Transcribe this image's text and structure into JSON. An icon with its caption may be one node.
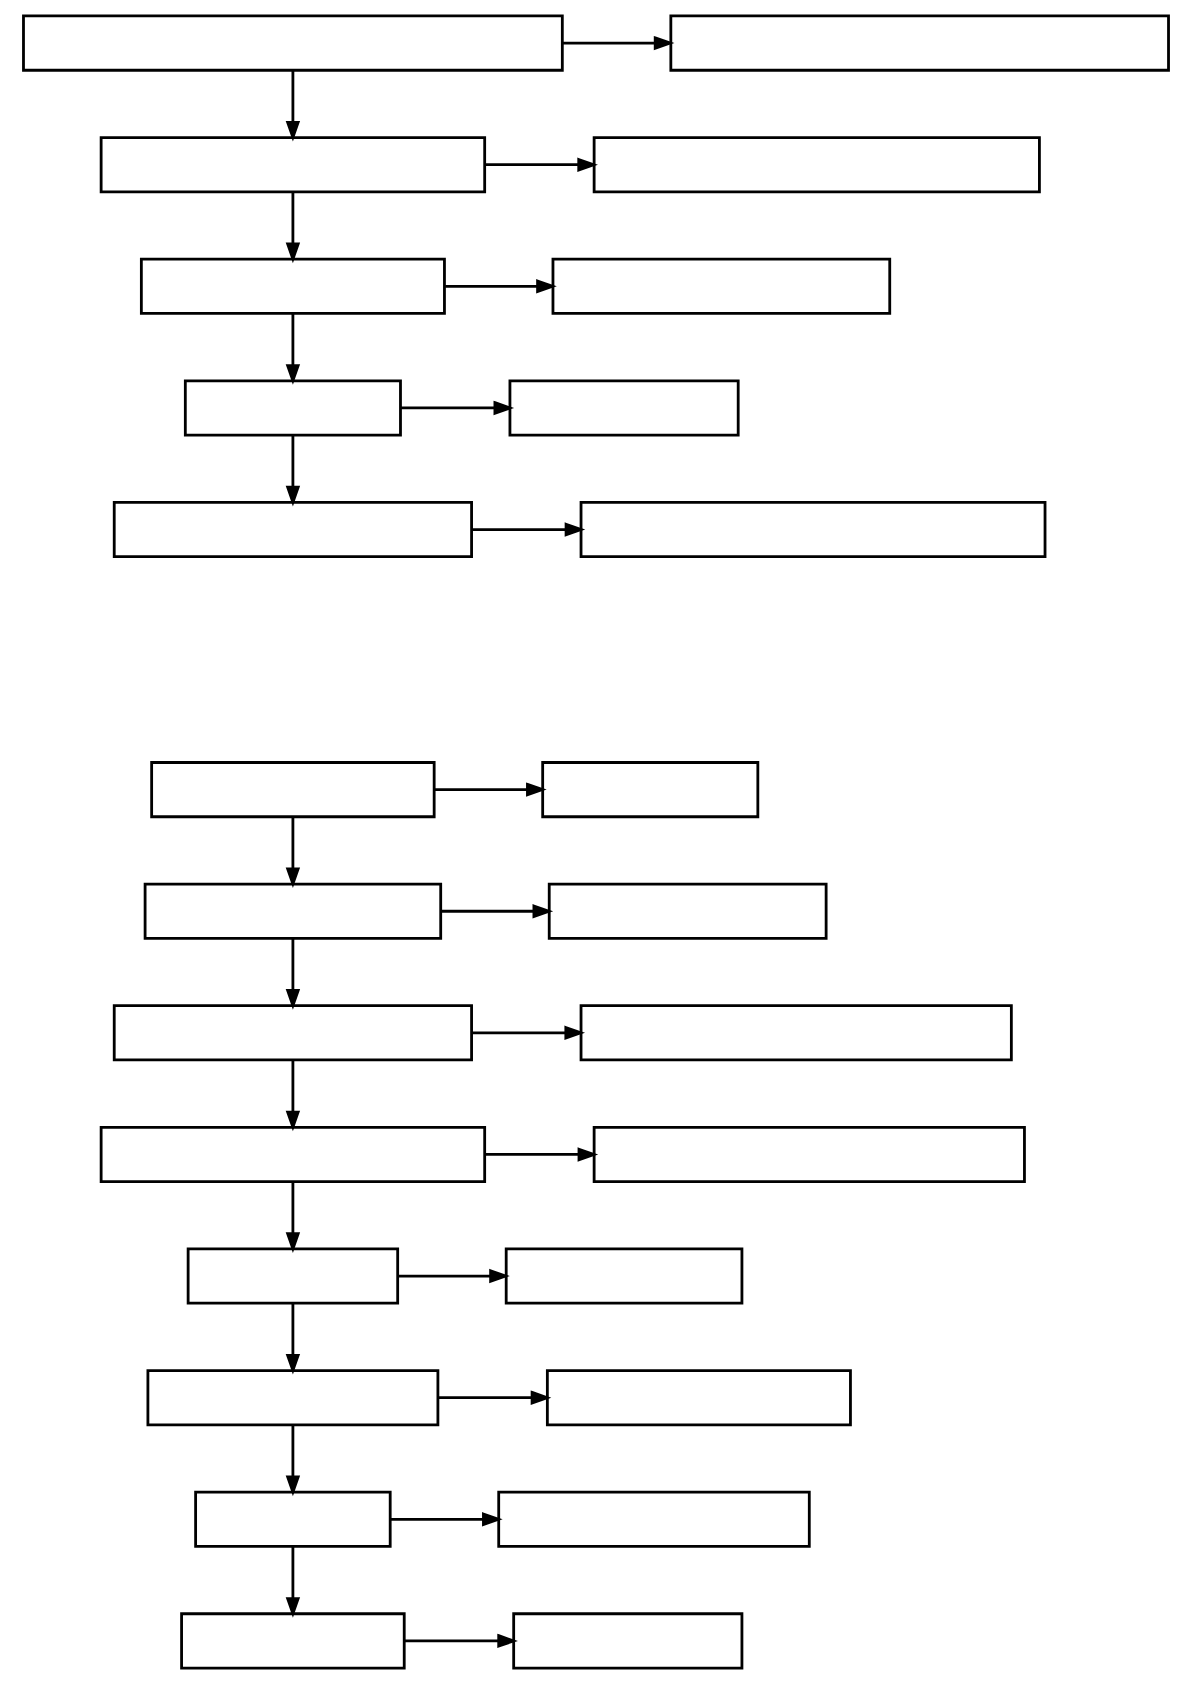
{
  "diagram": {
    "nodes": [
      {
        "text": [],
        "shape": "box"
      },
      {
        "text": [],
        "shape": "box"
      },
      {
        "text": [],
        "shape": "box"
      },
      {
        "text": [],
        "shape": "box"
      },
      {
        "text": [],
        "shape": "box"
      },
      {
        "text": [],
        "shape": "box"
      },
      {
        "text": [],
        "shape": "box"
      },
      {
        "text": [],
        "shape": "box"
      },
      {
        "text": [],
        "shape": "box"
      },
      {
        "text": [],
        "shape": "box"
      },
      {
        "text": [],
        "shape": "box"
      },
      {
        "text": [],
        "shape": "box"
      },
      {
        "text": [],
        "shape": "box"
      },
      {
        "text": [],
        "shape": "box"
      },
      {
        "text": [],
        "shape": "box"
      },
      {
        "text": [],
        "shape": "box"
      },
      {
        "text": [],
        "shape": "box"
      },
      {
        "text": [],
        "shape": "box"
      },
      {
        "text": [],
        "shape": "box"
      },
      {
        "text": [],
        "shape": "box"
      },
      {
        "text": [],
        "shape": "box"
      },
      {
        "text": [],
        "shape": "box"
      },
      {
        "text": [],
        "shape": "box"
      },
      {
        "text": [],
        "shape": "box"
      },
      {
        "text": [],
        "shape": "box"
      },
      {
        "text": [],
        "shape": "box"
      }
    ],
    "edges": [
      {
        "from": 0,
        "to": 1,
        "arrow": "to"
      },
      {
        "from": 0,
        "to": 2,
        "arrow": "to"
      },
      {
        "from": 2,
        "to": 3,
        "arrow": "to"
      },
      {
        "from": 2,
        "to": 4,
        "arrow": "to"
      },
      {
        "from": 4,
        "to": 5,
        "arrow": "to"
      },
      {
        "from": 4,
        "to": 6,
        "arrow": "to"
      },
      {
        "from": 6,
        "to": 7,
        "arrow": "to"
      },
      {
        "from": 6,
        "to": 8,
        "arrow": "to"
      },
      {
        "from": 8,
        "to": 9,
        "arrow": "to"
      },
      {
        "from": 10,
        "to": 11,
        "arrow": "to"
      },
      {
        "from": 10,
        "to": 12,
        "arrow": "to"
      },
      {
        "from": 12,
        "to": 13,
        "arrow": "to"
      },
      {
        "from": 12,
        "to": 14,
        "arrow": "to"
      },
      {
        "from": 14,
        "to": 15,
        "arrow": "to"
      },
      {
        "from": 14,
        "to": 16,
        "arrow": "to"
      },
      {
        "from": 16,
        "to": 17,
        "arrow": "to"
      },
      {
        "from": 16,
        "to": 18,
        "arrow": "to"
      },
      {
        "from": 18,
        "to": 19,
        "arrow": "to"
      },
      {
        "from": 18,
        "to": 20,
        "arrow": "to"
      },
      {
        "from": 20,
        "to": 21,
        "arrow": "to"
      },
      {
        "from": 20,
        "to": 22,
        "arrow": "to"
      },
      {
        "from": 22,
        "to": 23,
        "arrow": "to"
      },
      {
        "from": 22,
        "to": 24,
        "arrow": "to"
      },
      {
        "from": 24,
        "to": 25,
        "arrow": "to"
      }
    ]
  }
}
